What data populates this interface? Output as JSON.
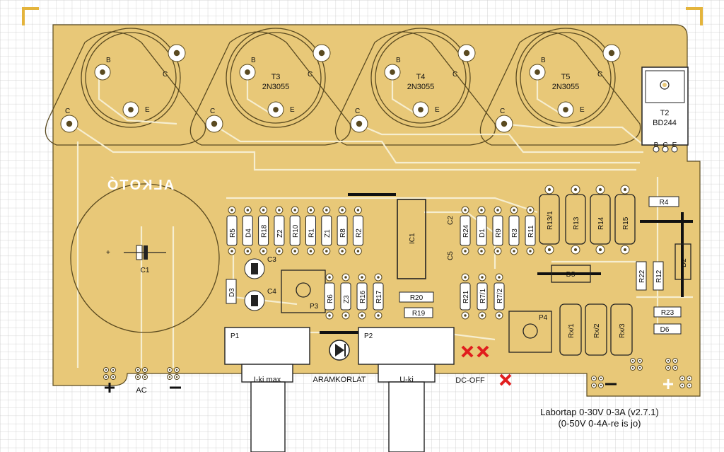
{
  "board": {
    "copper_color": "#e8c878",
    "trace_color": "#f6eed0",
    "pad_color": "#ffffff",
    "outline_color": "#5a4a20",
    "grid_color": "#c9c9c9",
    "logo": "ALKOTÓ"
  },
  "transistors": [
    {
      "ref": "T3",
      "part": "2N3055"
    },
    {
      "ref": "T4",
      "part": "2N3055"
    },
    {
      "ref": "T5",
      "part": "2N3055"
    }
  ],
  "pin_letters": {
    "b": "B",
    "c": "C",
    "e": "E"
  },
  "t2": {
    "ref": "T2",
    "part": "BD244",
    "pins": [
      "B",
      "C",
      "E"
    ]
  },
  "capacitors": {
    "c1": "C1",
    "c2": "C2",
    "c3": "C3",
    "c4": "C4",
    "c5": "C5"
  },
  "left_row": [
    "R5",
    "D4",
    "R18",
    "Z2",
    "R10",
    "R1",
    "Z1",
    "R8",
    "R2"
  ],
  "right_row": [
    "R24",
    "D1",
    "R9",
    "R3",
    "R11"
  ],
  "big_resistors": [
    "R13/1",
    "R13",
    "R14",
    "R15"
  ],
  "lower_row": [
    "R6",
    "Z3",
    "R16",
    "R17"
  ],
  "mid_row": [
    "R21",
    "R7/1",
    "R7/2"
  ],
  "horizontals": {
    "r20": "R20",
    "r19": "R19",
    "r4": "R4",
    "r23": "R23",
    "d6": "D6"
  },
  "vertical_misc": {
    "d3": "D3",
    "r22": "R22",
    "r12": "R12",
    "d2": "D2",
    "d5": "D5"
  },
  "rx": [
    "Rx/1",
    "Rx/2",
    "Rx/3"
  ],
  "ic": "IC1",
  "trimmers": {
    "p3": "P3",
    "p4": "P4"
  },
  "pots": {
    "p1": "P1",
    "p2": "P2"
  },
  "labels": {
    "i_ki_max": "I-ki max",
    "aramkorlat": "ARAMKORLAT",
    "u_ki": "U-ki",
    "dc_off": "DC-OFF",
    "ac": "AC"
  },
  "footer": {
    "line1": "Labortap 0-30V 0-3A (v2.7.1)",
    "line2": "(0-50V 0-4A-re is jo)"
  }
}
